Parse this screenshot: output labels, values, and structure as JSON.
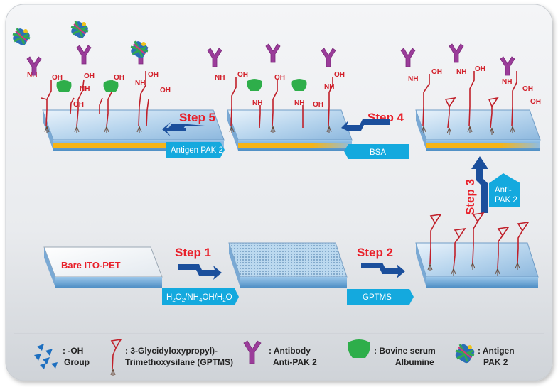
{
  "steps": {
    "step1": "Step 1",
    "step2": "Step 2",
    "step3": "Step 3",
    "step4": "Step 4",
    "step5": "Step 5"
  },
  "reagents": {
    "step2": "GPTMS",
    "step3_line1": "Anti-",
    "step3_line2": "PAK 2",
    "step4": "BSA",
    "step5": "Antigen PAK 2"
  },
  "substrate": {
    "bare_label": "Bare ITO-PET"
  },
  "chem_labels": {
    "oh": "OH",
    "nh": "NH"
  },
  "legend": {
    "oh_line1": ": -OH",
    "oh_line2": "Group",
    "gptms_line1": ": 3-Glycidyloxypropyl)-",
    "gptms_line2": "Trimethoxysilane (GPTMS)",
    "antibody_line1": ": Antibody",
    "antibody_line2": "Anti-PAK 2",
    "bsa_line1": ": Bovine serum",
    "bsa_line2": "Albumine",
    "antigen_line1": ": Antigen",
    "antigen_line2": "PAK 2"
  },
  "colors": {
    "step_red": "#e8202a",
    "arrow_blue": "#1b4f9c",
    "tag_cyan": "#14a9de",
    "chem_red": "#d2202a",
    "ito_gold": "#f2b21a",
    "antibody_purple": "#9b3c9a",
    "bsa_green": "#2eae4a",
    "slide_blue": "#8fbde3"
  }
}
